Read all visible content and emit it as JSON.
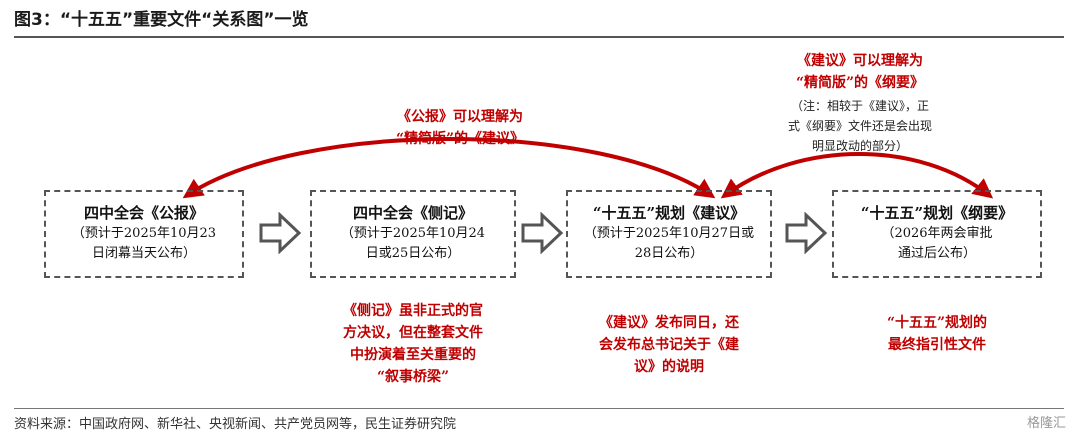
{
  "title": "图3：“十五五”重要文件“关系图”一览",
  "boxes": [
    {
      "main": "四中全会《公报》",
      "sub1": "（预计于2025年10月23",
      "sub2": "日闭幕当天公布）"
    },
    {
      "main": "四中全会《侧记》",
      "sub1": "（预计于2025年10月24",
      "sub2": "日或25日公布）"
    },
    {
      "main": "“十五五”规划《建议》",
      "sub1": "（预计于2025年10月27日或",
      "sub2": "28日公布）"
    },
    {
      "main": "“十五五”规划《纲要》",
      "sub1": "（2026年两会审批",
      "sub2": "通过后公布）"
    }
  ],
  "top_labels": {
    "left": {
      "line1": "《公报》可以理解为",
      "line2": "“精简版”的《建议》"
    },
    "right": {
      "line1": "《建议》可以理解为",
      "line2": "“精简版”的《纲要》",
      "note1": "（注：相较于《建议》，正",
      "note2": "式《纲要》文件还是会出现",
      "note3": "明显改动的部分）"
    }
  },
  "bottom_labels": [
    {
      "line1": "《侧记》虽非正式的官",
      "line2": "方决议，但在整套文件",
      "line3": "中扮演着至关重要的",
      "line4": "“叙事桥梁”"
    },
    {
      "line1": "《建议》发布同日，还",
      "line2": "会发布总书记关于《建",
      "line3": "议》的说明"
    },
    {
      "line1": "“十五五”规划的",
      "line2": "最终指引性文件"
    }
  ],
  "footer": "资料来源：中国政府网、新华社、央视新闻、共产党员网等，民生证券研究院",
  "watermark": "格隆汇",
  "colors": {
    "accent": "#c00000",
    "border": "#555555"
  }
}
